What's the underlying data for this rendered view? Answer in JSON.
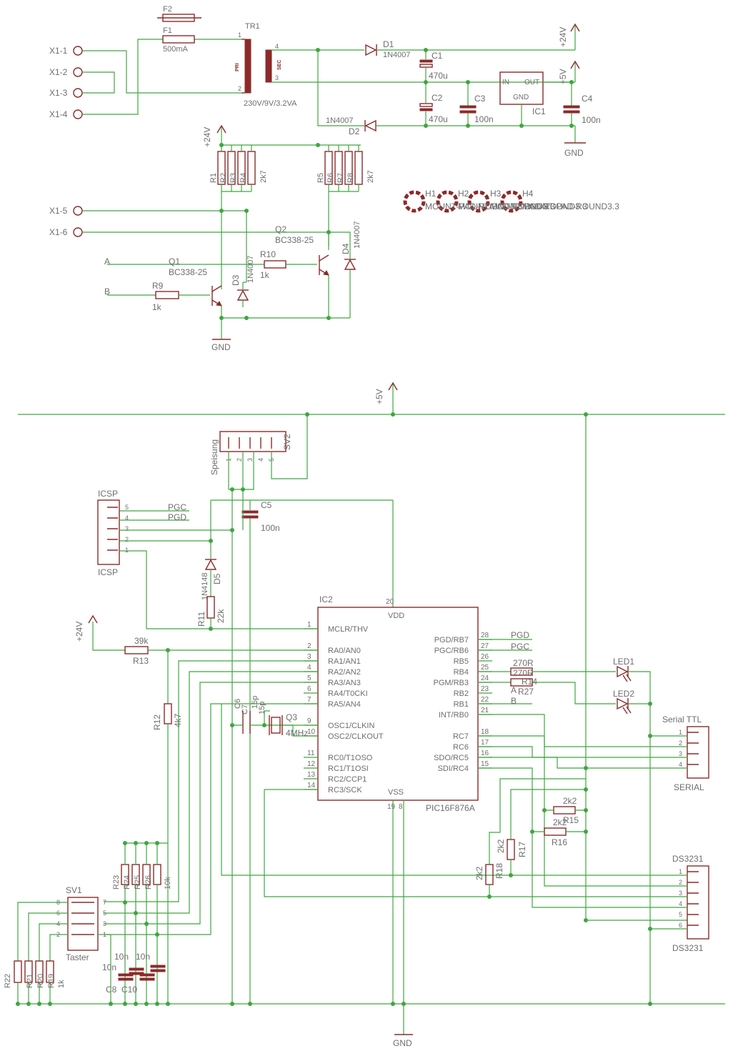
{
  "connectors": {
    "x1_1": "X1-1",
    "x1_2": "X1-2",
    "x1_3": "X1-3",
    "x1_4": "X1-4",
    "x1_5": "X1-5",
    "x1_6": "X1-6"
  },
  "power_section": {
    "fuse2": "F2",
    "fuse1": "F1",
    "fuse1_value": "500mA",
    "transformer": "TR1",
    "transformer_value": "230V/9V/3.2VA",
    "pri": "PRI",
    "sec": "SEC",
    "pin1": "1",
    "pin2": "2",
    "pin3": "3",
    "pin4": "4",
    "d1": "D1",
    "d1_value": "1N4007",
    "d2": "D2",
    "d2_value": "1N4007",
    "c1": "C1",
    "c1_value": "470u",
    "c2": "C2",
    "c2_value": "470u",
    "c3": "C3",
    "c3_value": "100n",
    "c4": "C4",
    "c4_value": "100n",
    "ic1": "IC1",
    "ic1_in": "IN",
    "ic1_out": "OUT",
    "ic1_gnd": "GND",
    "v24": "+24V",
    "v5": "+5V",
    "gnd": "GND"
  },
  "driver_section": {
    "v24": "+24V",
    "r1": "R1",
    "r2": "R2",
    "r3": "R3",
    "r4": "R4",
    "r5": "R5",
    "r6": "R6",
    "r7": "R7",
    "r8": "R8",
    "r_value": "2k7",
    "q1": "Q1",
    "q1_value": "BC338-25",
    "q2": "Q2",
    "q2_value": "BC338-25",
    "d3": "D3",
    "d3_value": "1N4007",
    "d4": "D4",
    "d4_value": "1N4007",
    "r9": "R9",
    "r9_value": "1k",
    "r10": "R10",
    "r10_value": "1k",
    "a": "A",
    "b": "B",
    "gnd": "GND"
  },
  "mount_holes": {
    "h1": "H1",
    "h2": "H2",
    "h3": "H3",
    "h4": "H4",
    "overlap_text": "MOUNT-PAD-ROUND3.3"
  },
  "mcu_section": {
    "v5": "+5V",
    "gnd": "GND",
    "v24": "+24V",
    "sv2": "SV2",
    "speisung": "Speisung",
    "icsp_top": "ICSP",
    "icsp_bottom": "ICSP",
    "icsp_pins": [
      "5",
      "4",
      "3",
      "2",
      "1"
    ],
    "pgc": "PGC",
    "pgd": "PGD",
    "c5": "C5",
    "c5_value": "100n",
    "d5": "D5",
    "d5_value": "1N4148",
    "r11": "R11",
    "r11_value": "22k",
    "r12": "R12",
    "r12_value": "4k7",
    "r13": "R13",
    "r13_value": "39k",
    "c6": "C6",
    "c7": "C7",
    "c6_value": "15p",
    "c7_value": "15p",
    "q3": "Q3",
    "q3_value": "4MHz",
    "ic2": "IC2",
    "ic2_part": "PIC16F876A",
    "left_pins": [
      {
        "num": "1",
        "name": "MCLR/THV"
      },
      {
        "num": "2",
        "name": "RA0/AN0"
      },
      {
        "num": "3",
        "name": "RA1/AN1"
      },
      {
        "num": "4",
        "name": "RA2/AN2"
      },
      {
        "num": "5",
        "name": "RA3/AN3"
      },
      {
        "num": "6",
        "name": "RA4/T0CKI"
      },
      {
        "num": "7",
        "name": "RA5/AN4"
      },
      {
        "num": "9",
        "name": "OSC1/CLKIN"
      },
      {
        "num": "10",
        "name": "OSC2/CLKOUT"
      },
      {
        "num": "11",
        "name": "RC0/T1OSO"
      },
      {
        "num": "12",
        "name": "RC1/T1OSI"
      },
      {
        "num": "13",
        "name": "RC2/CCP1"
      },
      {
        "num": "14",
        "name": "RC3/SCK"
      }
    ],
    "right_pins": [
      {
        "num": "28",
        "name": "PGD/RB7"
      },
      {
        "num": "27",
        "name": "PGC/RB6"
      },
      {
        "num": "26",
        "name": "RB5"
      },
      {
        "num": "25",
        "name": "RB4"
      },
      {
        "num": "24",
        "name": "PGM/RB3"
      },
      {
        "num": "23",
        "name": "RB2"
      },
      {
        "num": "22",
        "name": "RB1"
      },
      {
        "num": "21",
        "name": "INT/RB0"
      },
      {
        "num": "18",
        "name": "RC7"
      },
      {
        "num": "17",
        "name": "RC6"
      },
      {
        "num": "16",
        "name": "SDO/RC5"
      },
      {
        "num": "15",
        "name": "SDI/RC4"
      }
    ],
    "vdd": "VDD",
    "vdd_pin": "20",
    "vss": "VSS",
    "vss_pin1": "19",
    "vss_pin2": "8",
    "net_pgd": "PGD",
    "net_pgc": "PGC",
    "net_a": "A",
    "net_b": "B",
    "r14": "R14",
    "r14_value": "270R",
    "r27": "R27",
    "r27_value": "270R",
    "led1": "LED1",
    "led2": "LED2",
    "serial_title": "Serial TTL",
    "serial_bottom": "SERIAL",
    "serial_pins": [
      "1",
      "2",
      "3",
      "4"
    ],
    "ds_title": "DS3231",
    "ds_bottom": "DS3231",
    "ds_pins": [
      "1",
      "2",
      "3",
      "4",
      "5",
      "6"
    ],
    "r15": "R15",
    "r15_value": "2k2",
    "r16": "R16",
    "r16_value": "2k2",
    "r17": "R17",
    "r17_value": "2k2",
    "r18": "R18",
    "r18_value": "2k2",
    "sv1": "SV1",
    "taster": "Taster",
    "sv1_left_pins": [
      "8",
      "6",
      "4",
      "2"
    ],
    "sv1_right_pins": [
      "7",
      "5",
      "3",
      "1"
    ],
    "r_pull_labels": [
      "R23",
      "R24",
      "R25",
      "R26"
    ],
    "r_pull_value": "10k",
    "r_series_labels": [
      "R22",
      "R21",
      "R20",
      "R19"
    ],
    "r_series_value": "1k",
    "c8": "C8",
    "c10": "C10",
    "c_value": "10n"
  }
}
